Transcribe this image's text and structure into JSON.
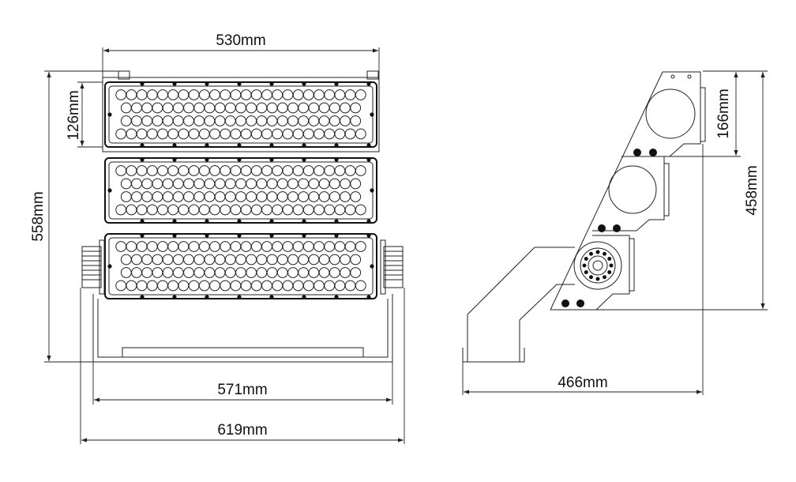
{
  "title": "Flood light dimension drawing",
  "dimensions": {
    "top_width": "530mm",
    "module_height": "126mm",
    "total_height": "558mm",
    "bracket_width": "571mm",
    "overall_width": "619mm",
    "side_depth": "466mm",
    "side_module_height": "166mm",
    "side_height": "458mm"
  },
  "front_view": {
    "modules": 3,
    "led_rows": [
      24,
      23,
      23,
      24
    ]
  },
  "side_view": {
    "modules": 3
  }
}
